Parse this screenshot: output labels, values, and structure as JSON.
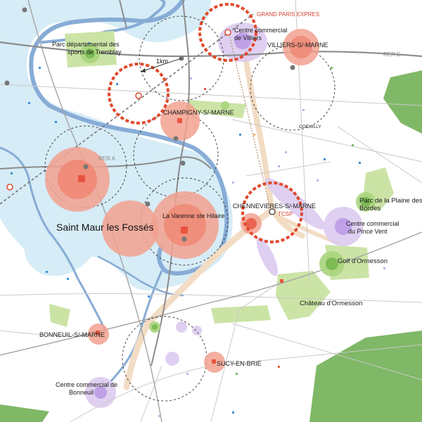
{
  "labels": {
    "grand_paris": "GRAND PARIS EXPRES",
    "cc_villiers_1": "Centre commercial",
    "cc_villiers_2": "de Villiers",
    "villiers": "VILLIERS-S/-MARNE",
    "tremblay_1": "Parc départemental des",
    "tremblay_2": "sports de Tremblay",
    "rer_e": "RER E",
    "one_km": "1km",
    "champigny": "CHAMPIGNY-S/-MARNE",
    "coeuilly": "COEUILLY",
    "rer_a": "RER A",
    "saint_maur": "Saint Maur les Fossés",
    "varenne": "La Varenne ste Hilaire",
    "chennevieres": "CHENNEVIERES-S/-MARNE",
    "tcsp": "TCSP",
    "plaine_bordes_1": "Parc de la Plaine des",
    "plaine_bordes_2": "Bordes",
    "pince_vent_1": "Centre commercial",
    "pince_vent_2": "du Pince Vent",
    "golf": "Golf d'Ormesson",
    "chateau": "Château d'Ormesson",
    "bonneuil": "BONNEUIL-S/-MARNE",
    "sucy": "SUCY-EN-BRIE",
    "cc_bonneuil_1": "Centre commercial de",
    "cc_bonneuil_2": "Bonneuil"
  },
  "colors": {
    "water": "#d3ebf5",
    "river": "#87acd6",
    "green": "#c9e3a3",
    "green_dark": "#7dbb55",
    "purple": "#c9b0e6",
    "red": "#e8553f",
    "salmon": "#f29a86",
    "tan": "#f3dcc4",
    "road": "#8c8c8c"
  },
  "icons": [
    "station-icon",
    "metro-icon"
  ]
}
